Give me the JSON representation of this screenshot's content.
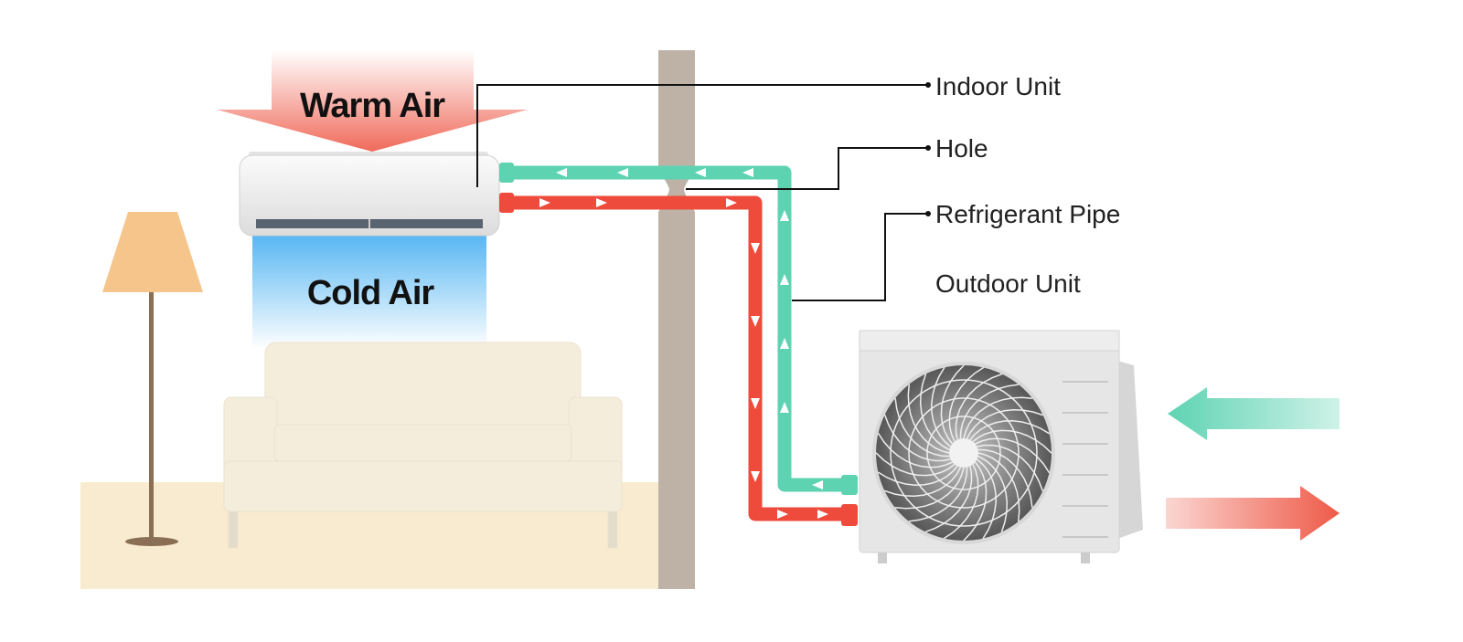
{
  "diagram": {
    "warm_air_label": "Warm Air",
    "cold_air_label": "Cold Air",
    "callouts": {
      "indoor_unit": "Indoor Unit",
      "hole": "Hole",
      "refrigerant_pipe": "Refrigerant Pipe",
      "outdoor_unit": "Outdoor Unit"
    },
    "colors": {
      "warm": "#ee5a48",
      "cool": "#5ed3b2",
      "cold_air": "#4fb3f2",
      "wall": "#bdb2a5",
      "floor": "#f8ebcf",
      "sofa": "#f4eddc"
    }
  }
}
